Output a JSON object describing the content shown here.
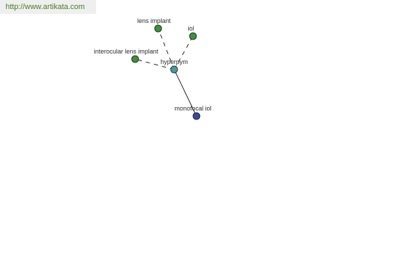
{
  "header": {
    "url_text": "http://www.artikata.com"
  },
  "graph": {
    "center": {
      "label": "hyperpym",
      "color": "#4a9a9a"
    },
    "nodes": [
      {
        "label": "lens implant",
        "color": "#3f8f3f",
        "link": "dashed"
      },
      {
        "label": "iol",
        "color": "#3f8f3f",
        "link": "dashed"
      },
      {
        "label": "interocular lens implant",
        "color": "#3f8f3f",
        "link": "dashed"
      },
      {
        "label": "monofocal iol",
        "color": "#3a4a9a",
        "link": "solid"
      }
    ]
  }
}
